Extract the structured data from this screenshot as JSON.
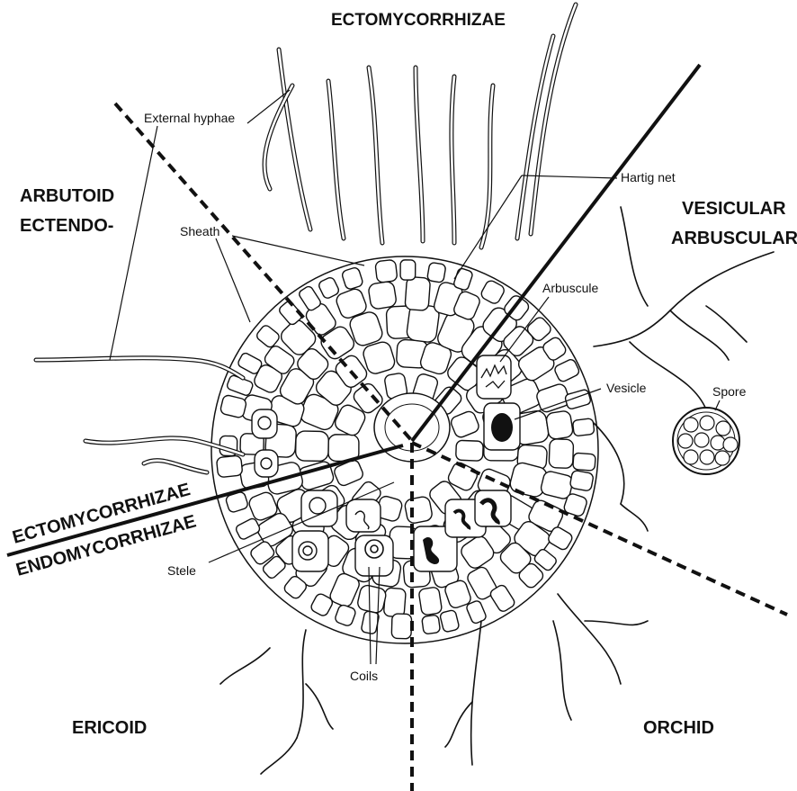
{
  "sectors": {
    "top": "ECTOMYCORRHIZAE",
    "arbutoid_1": "ARBUTOID",
    "arbutoid_2": "ECTENDO-",
    "vesicular_1": "VESICULAR",
    "vesicular_2": "ARBUSCULAR",
    "ecto_divider": "ECTOMYCORRHIZAE",
    "endo_divider": "ENDOMYCORRHIZAE",
    "ericoid": "ERICOID",
    "orchid": "ORCHID"
  },
  "callouts": {
    "external_hyphae": "External hyphae",
    "hartig_net": "Hartig net",
    "sheath": "Sheath",
    "arbuscule": "Arbuscule",
    "vesicle": "Vesicle",
    "spore": "Spore",
    "stele": "Stele",
    "coils": "Coils"
  }
}
